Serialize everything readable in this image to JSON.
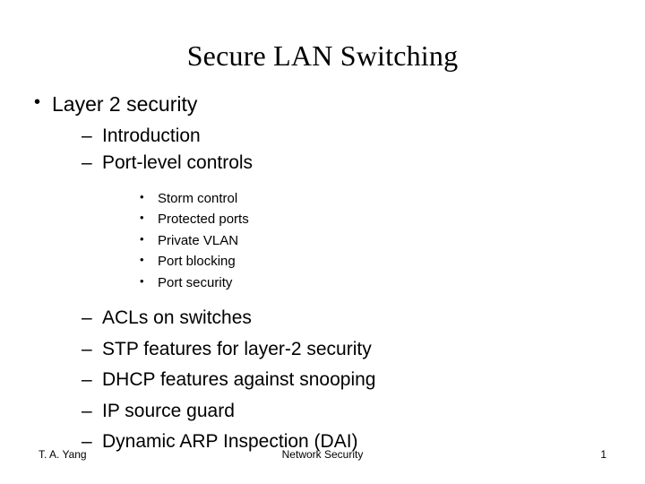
{
  "slide": {
    "title": "Secure LAN Switching",
    "level1": {
      "bullet_glyph": "•",
      "text": "Layer 2 security"
    },
    "level2_top": [
      {
        "dash": "–",
        "text": "Introduction"
      },
      {
        "dash": "–",
        "text": "Port-level controls"
      }
    ],
    "level3": [
      {
        "bullet_glyph": "•",
        "text": "Storm control"
      },
      {
        "bullet_glyph": "•",
        "text": "Protected ports"
      },
      {
        "bullet_glyph": "•",
        "text": "Private VLAN"
      },
      {
        "bullet_glyph": "•",
        "text": "Port blocking"
      },
      {
        "bullet_glyph": "•",
        "text": "Port security"
      }
    ],
    "level2_bottom": [
      {
        "dash": "–",
        "text": "ACLs on switches"
      },
      {
        "dash": "–",
        "text": "STP features for layer-2 security"
      },
      {
        "dash": "–",
        "text": "DHCP features against snooping"
      },
      {
        "dash": "–",
        "text": "IP source guard"
      },
      {
        "dash": "–",
        "text": "Dynamic ARP Inspection (DAI)"
      }
    ],
    "footer": {
      "author": "T. A. Yang",
      "course": "Network Security",
      "page_number": "1"
    }
  }
}
